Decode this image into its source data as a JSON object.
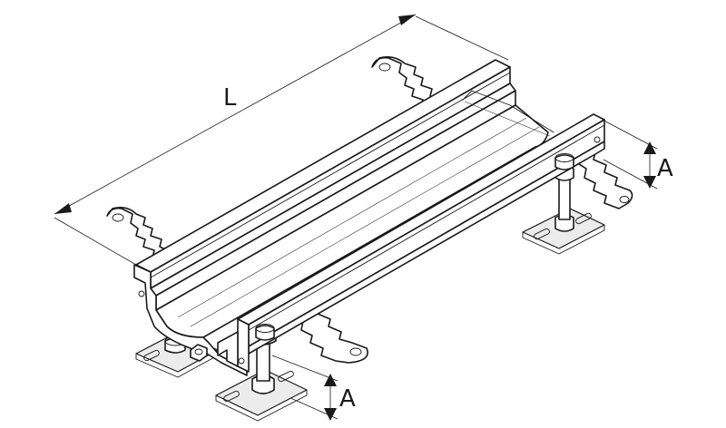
{
  "dimensions": {
    "length_label": "L",
    "height_label_right": "A",
    "height_label_front": "A"
  },
  "colors": {
    "line": "#1a1a1a",
    "background": "#ffffff"
  }
}
